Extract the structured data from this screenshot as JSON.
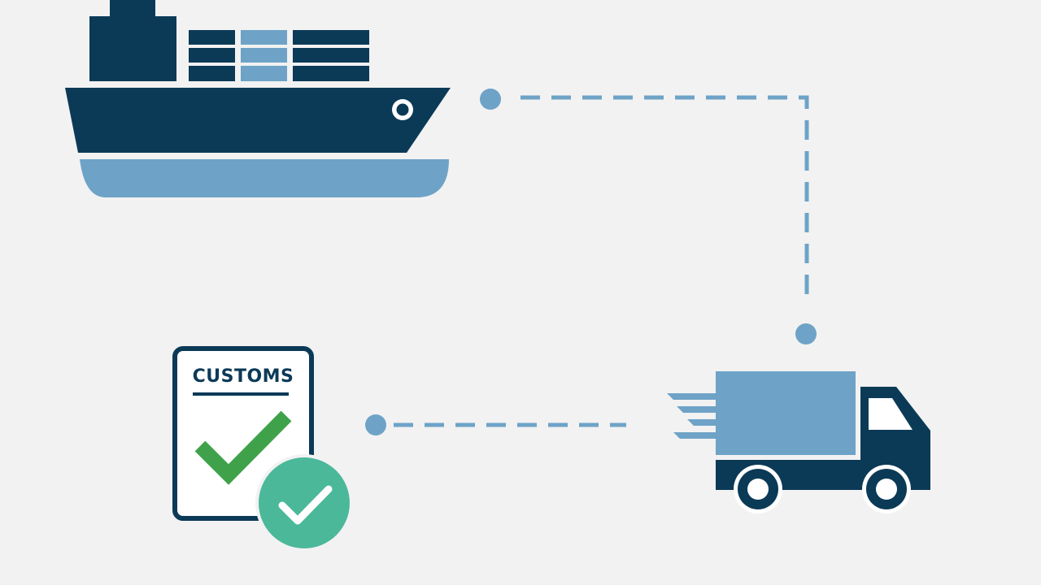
{
  "customs_document": {
    "title": "CUSTOMS"
  },
  "colors": {
    "background": "#f2f2f2",
    "navy": "#0b3a57",
    "light_blue": "#6ea3c7",
    "green_check": "#3fa24a",
    "teal_badge": "#4bb89a",
    "white": "#ffffff"
  },
  "icons": {
    "ship": "cargo-ship-icon",
    "truck": "delivery-truck-icon",
    "document": "customs-document-icon",
    "check": "checkmark-icon",
    "badge": "approved-badge-icon"
  },
  "flow": [
    "ship",
    "truck",
    "customs"
  ]
}
